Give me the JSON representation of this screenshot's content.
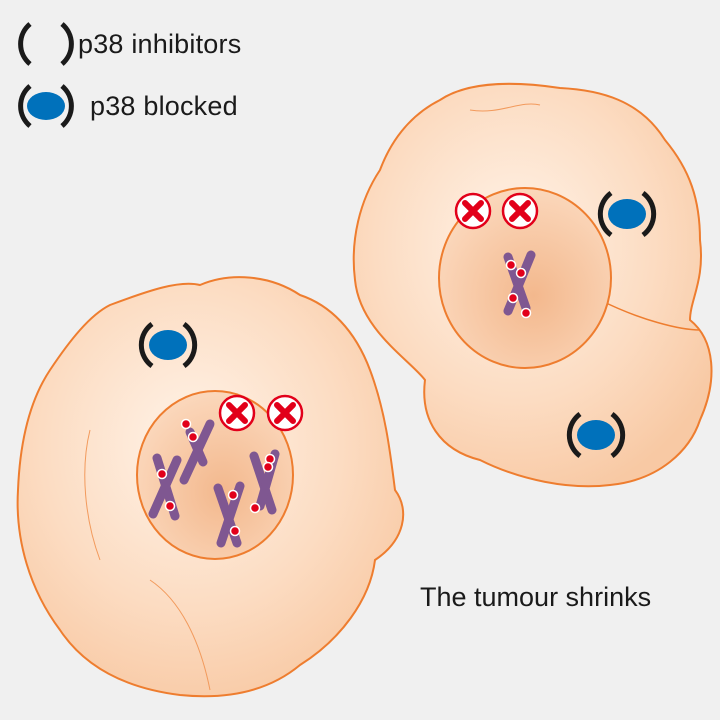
{
  "legend": [
    {
      "icon": "p38-inhibitor-brackets-icon",
      "label": "p38 inhibitors"
    },
    {
      "icon": "p38-blocked-icon",
      "label": "p38 blocked"
    }
  ],
  "caption": "The tumour shrinks",
  "colors": {
    "background": "#f0f0f0",
    "cell_fill": "#fbd9bd",
    "cell_outline": "#ee7d2f",
    "nucleus_fill": "#f6c5a0",
    "p38_blue": "#0071bb",
    "bracket_black": "#1a1a1a",
    "chromosome_purple": "#7f5791",
    "marker_red": "#e2001a"
  },
  "cells": [
    {
      "name": "large-cell",
      "p38_blocked_count": 1,
      "blocked_markers": 2,
      "chromosome_count": 4
    },
    {
      "name": "shrinking-cell",
      "p38_blocked_count": 2,
      "blocked_markers": 2,
      "chromosome_count": 1
    }
  ]
}
